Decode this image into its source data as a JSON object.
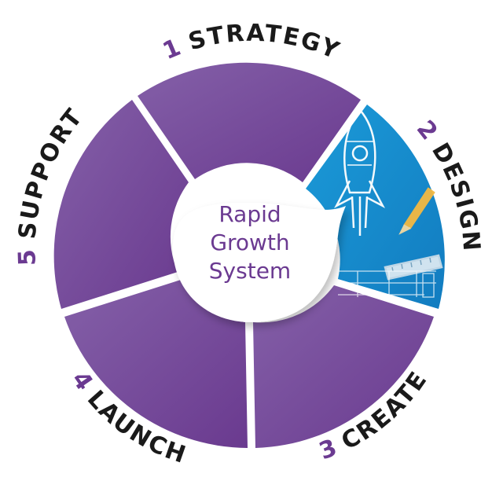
{
  "colors": {
    "segment": "#7b4b9e",
    "segment_dark": "#6a3c8a",
    "number": "#6b3a91",
    "label": "#1a1a1a",
    "design_bg": "#1a8fd0",
    "center_text": "#6b3a91",
    "background": "#ffffff"
  },
  "center": {
    "line1": "Rapid",
    "line2": "Growth",
    "line3": "System"
  },
  "segments": [
    {
      "number": "1",
      "label": "STRATEGY",
      "image": ""
    },
    {
      "number": "2",
      "label": "DESIGN",
      "image": "rocket-blueprint-illustration"
    },
    {
      "number": "3",
      "label": "CREATE",
      "image": ""
    },
    {
      "number": "4",
      "label": "LAUNCH",
      "image": ""
    },
    {
      "number": "5",
      "label": "SUPPORT",
      "image": ""
    }
  ]
}
